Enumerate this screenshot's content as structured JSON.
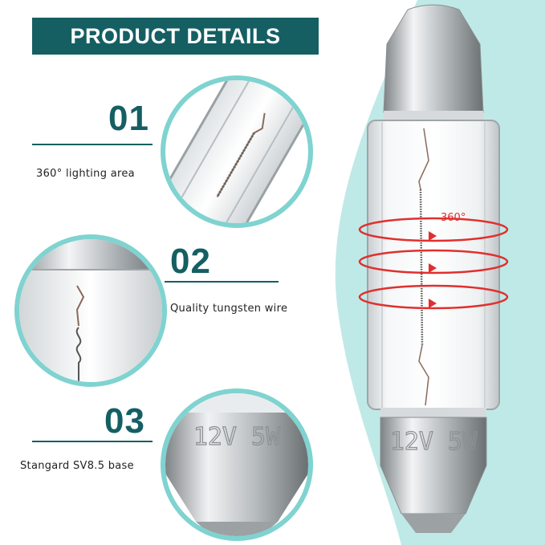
{
  "header": {
    "title": "PRODUCT DETAILS"
  },
  "features": [
    {
      "number": "01",
      "caption": "360° lighting area"
    },
    {
      "number": "02",
      "caption": "Quality tungsten wire"
    },
    {
      "number": "03",
      "caption": "Stangard SV8.5 base"
    }
  ],
  "bulb": {
    "rotation_label": "360°",
    "cap_marking": "12V 5W"
  },
  "colors": {
    "accent": "#155f63",
    "ring": "#7fd3d0",
    "background_wave": "#bfe9e7",
    "arrow": "#e0302e"
  }
}
